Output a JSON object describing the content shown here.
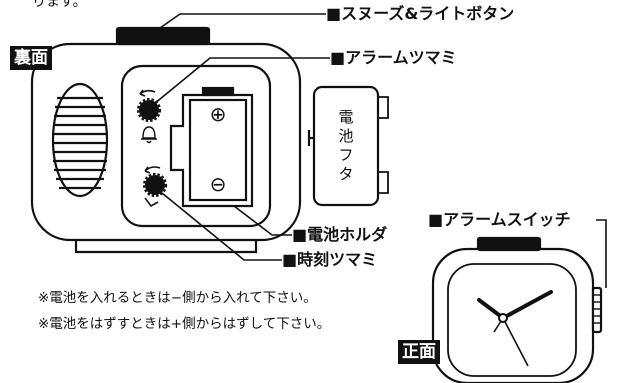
{
  "header_fragment": "ります。",
  "labels": {
    "snooze_light_button": "■スヌーズ&ライトボタン",
    "alarm_knob": "■アラームツマミ",
    "battery_holder": "■電池ホルダ",
    "time_knob": "■時刻ツマミ",
    "alarm_switch": "■アラームスイッチ"
  },
  "badges": {
    "back": "裏面",
    "front": "正面"
  },
  "battery_cover_text": [
    "電",
    "池",
    "フ",
    "タ"
  ],
  "battery_terminals": {
    "plus": "⊕",
    "minus": "⊖"
  },
  "notes": [
    "※電池を入れるときは−側から入れて下さい。",
    "※電池をはずすときは+側からはずして下さい。"
  ]
}
